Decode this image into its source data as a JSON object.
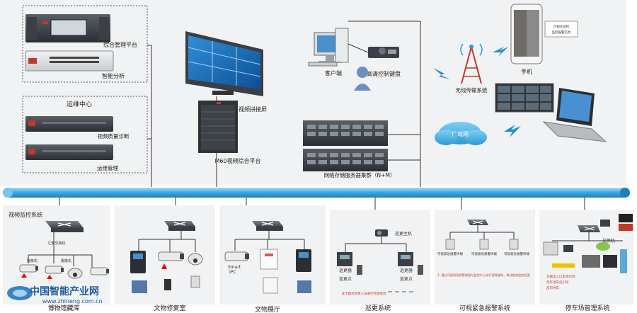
{
  "left_group_top": {
    "label_platform": "综合管理平台",
    "label_analysis": "智能分析"
  },
  "ops_center": {
    "title": "运维中心",
    "label_quality": "视频质量诊断",
    "label_mgmt": "运维管理"
  },
  "video_wall": {
    "label_wall": "视频拼接屏",
    "label_m60": "M60视频综合平台"
  },
  "client_area": {
    "label_client": "客户端",
    "label_keyboard": "高清控制键盘"
  },
  "storage": {
    "label": "网络存储服务器集群（N+M）"
  },
  "wireless": {
    "label_phone": "手机",
    "label_wireless": "无线传输系统",
    "label_wan": "广域网",
    "phone_lines": [
      "可视化巡检",
      "监控报警信息"
    ]
  },
  "sub_video": {
    "title": "视频监控系统",
    "switch_label": "汇聚交换机",
    "cam_a": "摄像机",
    "cam_b": "摄像机"
  },
  "sub_patrol": {
    "device": "巡更主机",
    "node_left": "巡更器",
    "node_right": "巡更器",
    "point_left": "巡更点",
    "point_right": "巡更点",
    "note": "读卡器对巡更人员进行巡更签到"
  },
  "sub_alarm": {
    "items": [
      "可视紧急报警终端",
      "可视紧急报警终端",
      "可视紧急报警终端"
    ],
    "note": "1. 通过可视紧急报警按钮与监控中心进行视频通话，联动相关监控画面"
  },
  "sub_parking": {
    "switch_label": "交换机",
    "note_lines": [
      "车辆出入口车牌识别",
      "停车场车位引导",
      "反向寻车"
    ]
  },
  "sub_conservation": {
    "label": "文物修复室"
  },
  "sub_exhibition": {
    "cam_label_line1": "Smart",
    "cam_label_line2": "IPC"
  },
  "bottom_labels": {
    "museum": "博物馆藏库",
    "conservation": "文物修复室",
    "exhibition": "文物展厅",
    "patrol": "巡更系统",
    "alarm": "可视紧急报警系统",
    "parking": "停车场管理系统"
  },
  "watermark": {
    "text": "中国智能产业网",
    "url": "www.zhineng.com.cn"
  }
}
